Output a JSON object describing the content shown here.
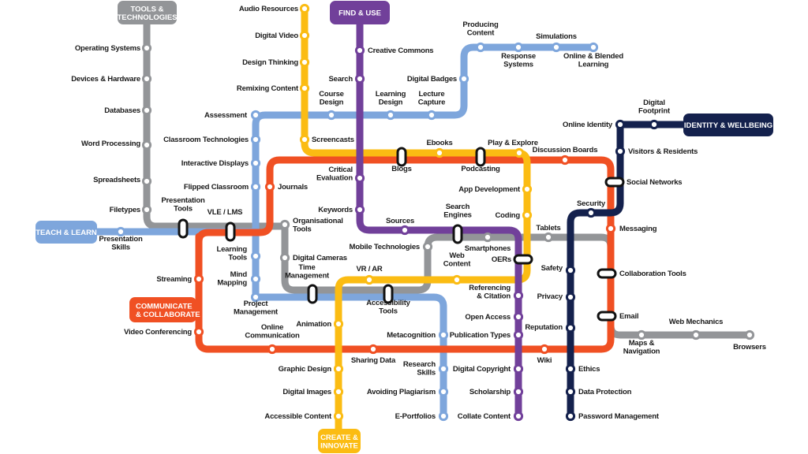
{
  "title": "Digital Literacy Tube Map",
  "colors": {
    "tools": "#939598",
    "find": "#71409a",
    "teach": "#7ea6dc",
    "communicate": "#f05023",
    "create": "#fbbc13",
    "identity": "#14214d",
    "interchange": "#111111"
  },
  "terminals": {
    "tools": [
      "TOOLS &",
      "TECHNOLOGIES"
    ],
    "find": [
      "FIND & USE"
    ],
    "identity": [
      "IDENTITY & WELLBEING"
    ],
    "teach": [
      "TEACH & LEARN"
    ],
    "communicate": [
      "COMMUNICATE",
      "& COLLABORATE"
    ],
    "create": [
      "CREATE &",
      "INNOVATE"
    ]
  },
  "stations": {
    "operating_systems": [
      "Operating Systems"
    ],
    "devices_hardware": [
      "Devices & Hardware"
    ],
    "databases": [
      "Databases"
    ],
    "word_processing": [
      "Word Processing"
    ],
    "spreadsheets": [
      "Spreadsheets"
    ],
    "filetypes": [
      "Filetypes"
    ],
    "presentation_tools": [
      "Presentation",
      "Tools"
    ],
    "vle_lms": [
      "VLE / LMS"
    ],
    "organisational_tools": [
      "Organisational",
      "Tools"
    ],
    "digital_cameras": [
      "Digital Cameras"
    ],
    "time_management": [
      "Time",
      "Management"
    ],
    "accessibility_tools": [
      "Accessibility",
      "Tools"
    ],
    "mobile_technologies": [
      "Mobile Technologies"
    ],
    "smartphones": [
      "Smartphones"
    ],
    "tablets": [
      "Tablets"
    ],
    "collaboration_tools": [
      "Collaboration Tools"
    ],
    "email": [
      "Email"
    ],
    "maps_navigation": [
      "Maps &",
      "Navigation"
    ],
    "web_mechanics": [
      "Web Mechanics"
    ],
    "browsers": [
      "Browsers"
    ],
    "audio_resources": [
      "Audio Resources"
    ],
    "digital_video": [
      "Digital Video"
    ],
    "design_thinking": [
      "Design Thinking"
    ],
    "remixing_content": [
      "Remixing Content"
    ],
    "screencasts": [
      "Screencasts"
    ],
    "blogs": [
      "Blogs"
    ],
    "ebooks": [
      "Ebooks"
    ],
    "podcasting": [
      "Podcasting"
    ],
    "play_explore": [
      "Play & Explore"
    ],
    "app_development": [
      "App Development"
    ],
    "coding": [
      "Coding"
    ],
    "oers": [
      "OERs"
    ],
    "web_content": [
      "Web",
      "Content"
    ],
    "vr_ar": [
      "VR / AR"
    ],
    "animation": [
      "Animation"
    ],
    "graphic_design": [
      "Graphic Design"
    ],
    "digital_images": [
      "Digital Images"
    ],
    "accessible_content": [
      "Accessible Content"
    ],
    "creative_commons": [
      "Creative Commons"
    ],
    "search": [
      "Search"
    ],
    "critical_evaluation": [
      "Critical",
      "Evaluation"
    ],
    "keywords": [
      "Keywords"
    ],
    "sources": [
      "Sources"
    ],
    "search_engines": [
      "Search",
      "Engines"
    ],
    "referencing_citation": [
      "Referencing",
      "& Citation"
    ],
    "open_access": [
      "Open Access"
    ],
    "publication_types": [
      "Publication Types"
    ],
    "digital_copyright": [
      "Digital Copyright"
    ],
    "scholarship": [
      "Scholarship"
    ],
    "collate_content": [
      "Collate Content"
    ],
    "assessment": [
      "Assessment"
    ],
    "course_design": [
      "Course",
      "Design"
    ],
    "learning_design": [
      "Learning",
      "Design"
    ],
    "lecture_capture": [
      "Lecture",
      "Capture"
    ],
    "digital_badges": [
      "Digital Badges"
    ],
    "producing_content": [
      "Producing",
      "Content"
    ],
    "response_systems": [
      "Response",
      "Systems"
    ],
    "simulations": [
      "Simulations"
    ],
    "online_blended": [
      "Online & Blended",
      "Learning"
    ],
    "classroom_technologies": [
      "Classroom Technologies"
    ],
    "interactive_displays": [
      "Interactive Displays"
    ],
    "flipped_classroom": [
      "Flipped Classroom"
    ],
    "presentation_skills": [
      "Presentation",
      "Skills"
    ],
    "learning_tools": [
      "Learning",
      "Tools"
    ],
    "mind_mapping": [
      "Mind",
      "Mapping"
    ],
    "project_management": [
      "Project",
      "Management"
    ],
    "metacognition": [
      "Metacognition"
    ],
    "research_skills": [
      "Research",
      "Skills"
    ],
    "avoiding_plagiarism": [
      "Avoiding Plagiarism"
    ],
    "e_portfolios": [
      "E-Portfolios"
    ],
    "journals": [
      "Journals"
    ],
    "discussion_boards": [
      "Discussion Boards"
    ],
    "social_networks": [
      "Social Networks"
    ],
    "messaging": [
      "Messaging"
    ],
    "streaming": [
      "Streaming"
    ],
    "video_conferencing": [
      "Video Conferencing"
    ],
    "online_communication": [
      "Online",
      "Communication"
    ],
    "sharing_data": [
      "Sharing Data"
    ],
    "wiki": [
      "Wiki"
    ],
    "online_identity": [
      "Online Identity"
    ],
    "digital_footprint": [
      "Digital",
      "Footprint"
    ],
    "visitors_residents": [
      "Visitors & Residents"
    ],
    "security": [
      "Security"
    ],
    "safety": [
      "Safety"
    ],
    "privacy": [
      "Privacy"
    ],
    "reputation": [
      "Reputation"
    ],
    "ethics": [
      "Ethics"
    ],
    "data_protection": [
      "Data Protection"
    ],
    "password_management": [
      "Password Management"
    ]
  }
}
